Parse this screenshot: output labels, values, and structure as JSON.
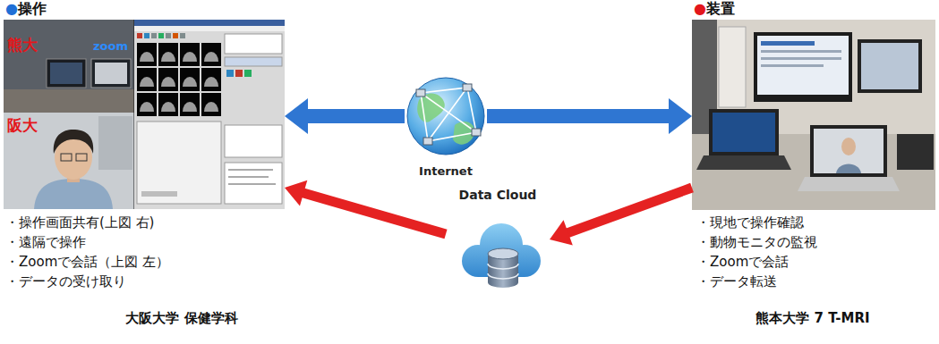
{
  "diagram": {
    "nodes": [
      {
        "text": [
          "●操作"
        ]
      },
      {
        "text": [
          "Internet"
        ]
      },
      {
        "text": [
          "●装置"
        ]
      },
      {
        "text": [
          "Data Cloud"
        ]
      }
    ],
    "edges": [
      {
        "from": 1,
        "to": 0,
        "arrow": "to"
      },
      {
        "from": 1,
        "to": 2,
        "arrow": "to"
      },
      {
        "from": 2,
        "to": 3,
        "arrow": "to"
      },
      {
        "from": 3,
        "to": 0,
        "arrow": "to"
      }
    ],
    "labels": [
      "熊大",
      "zoom",
      "阪大",
      "・操作画面共有(上図 右)",
      "・遠隔で操作",
      "・Zoomで会話（上図 左）",
      "・データの受け取り",
      "大阪大学 保健学科",
      "・現地で操作確認",
      "・動物モニタの監視",
      "・Zoomで会話",
      "・データ転送",
      "熊本大学 7 T-MRI"
    ]
  }
}
